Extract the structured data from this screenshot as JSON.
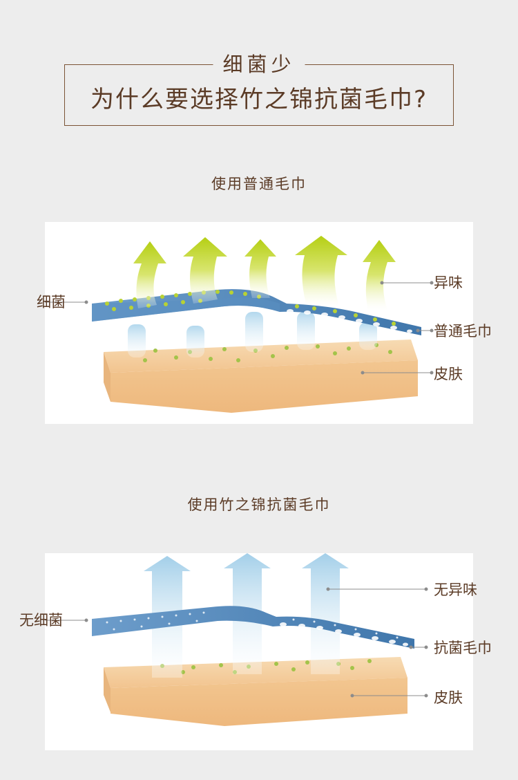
{
  "header": {
    "subtitle": "细菌少",
    "title": "为什么要选择竹之锦抗菌毛巾?"
  },
  "section_normal": {
    "title": "使用普通毛巾",
    "labels": {
      "bacteria": "细菌",
      "odor": "异味",
      "towel": "普通毛巾",
      "skin": "皮肤"
    }
  },
  "section_antibacterial": {
    "title": "使用竹之锦抗菌毛巾",
    "labels": {
      "no_bacteria": "无细菌",
      "no_odor": "无异味",
      "towel": "抗菌毛巾",
      "skin": "皮肤"
    }
  },
  "colors": {
    "text": "#5b3b26",
    "border": "#7a5234",
    "background": "#ededed",
    "towel_blue": "#4f86b9",
    "skin": "#f1c28e",
    "odor_green": "#b9d21c",
    "clean_air_blue": "#a9d2ea"
  }
}
